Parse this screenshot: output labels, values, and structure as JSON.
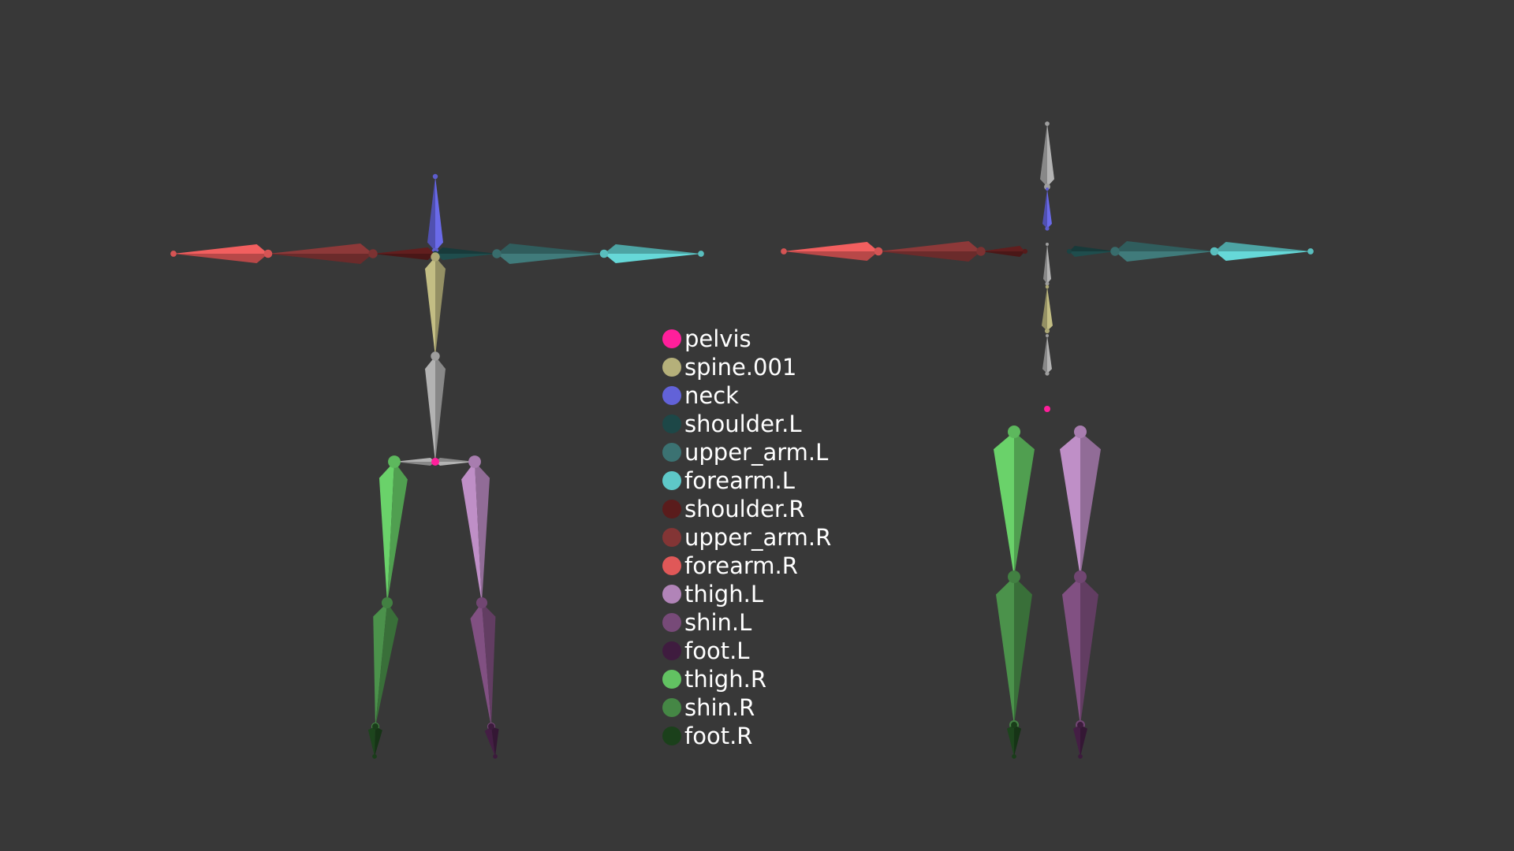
{
  "colors": {
    "background": "#383838",
    "pelvis": "#ff1f9b",
    "spine.001": "#b5b07a",
    "neck": "#6262d8",
    "shoulder.L": "#1d4747",
    "upper_arm.L": "#3b7272",
    "forearm.L": "#5ec8c8",
    "shoulder.R": "#5a1c1c",
    "upper_arm.R": "#833535",
    "forearm.R": "#e05858",
    "thigh.L": "#b184b8",
    "shin.L": "#774a78",
    "foot.L": "#3f1c3f",
    "thigh.R": "#62c262",
    "shin.R": "#458745",
    "foot.R": "#1b401b",
    "unassigned": "#a6a6a6"
  },
  "legend": {
    "items": [
      {
        "label": "pelvis",
        "color": "#ff1f9b"
      },
      {
        "label": "spine.001",
        "color": "#b5b07a"
      },
      {
        "label": "neck",
        "color": "#6262d8"
      },
      {
        "label": "shoulder.L",
        "color": "#1d4747"
      },
      {
        "label": "upper_arm.L",
        "color": "#3b7272"
      },
      {
        "label": "forearm.L",
        "color": "#5ec8c8"
      },
      {
        "label": "shoulder.R",
        "color": "#5a1c1c"
      },
      {
        "label": "upper_arm.R",
        "color": "#833535"
      },
      {
        "label": "forearm.R",
        "color": "#e05858"
      },
      {
        "label": "thigh.L",
        "color": "#b184b8"
      },
      {
        "label": "shin.L",
        "color": "#774a78"
      },
      {
        "label": "foot.L",
        "color": "#3f1c3f"
      },
      {
        "label": "thigh.R",
        "color": "#62c262"
      },
      {
        "label": "shin.R",
        "color": "#458745"
      },
      {
        "label": "foot.R",
        "color": "#1b401b"
      }
    ]
  }
}
